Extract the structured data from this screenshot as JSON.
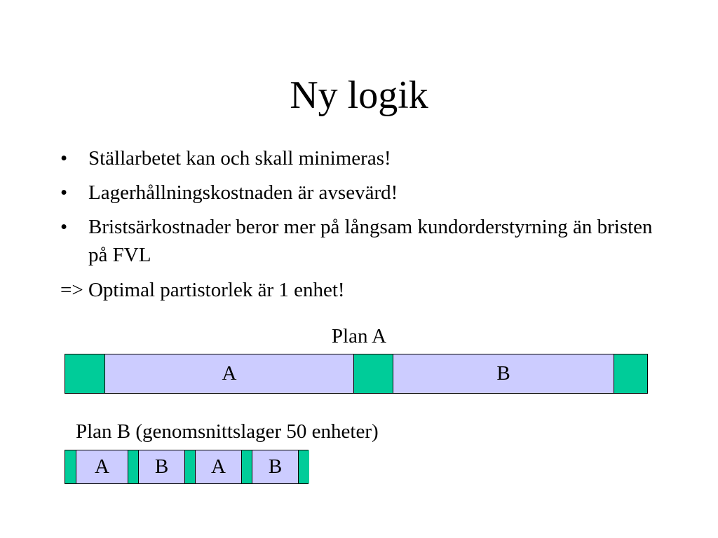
{
  "slide": {
    "title": "Ny logik",
    "bullets": [
      {
        "marker": "•",
        "text": "Ställarbetet kan och skall minimeras!"
      },
      {
        "marker": "•",
        "text": "Lagerhållningskostnaden är avsevärd!"
      },
      {
        "marker": "•",
        "text": "Bristsärkostnader beror mer på långsam kundorderstyrning än bristen på FVL"
      }
    ],
    "conclusion": "=> Optimal partistorlek är 1 enhet!",
    "plan_a": {
      "label": "Plan A",
      "segments": [
        {
          "kind": "setup",
          "label": ""
        },
        {
          "kind": "production",
          "label": "A"
        },
        {
          "kind": "setup",
          "label": ""
        },
        {
          "kind": "production",
          "label": "B"
        },
        {
          "kind": "setup",
          "label": ""
        }
      ]
    },
    "plan_b": {
      "label": "Plan B (genomsnittslager 50 enheter)",
      "segments": [
        {
          "kind": "setup",
          "label": ""
        },
        {
          "kind": "production",
          "label": "A"
        },
        {
          "kind": "setup",
          "label": ""
        },
        {
          "kind": "production",
          "label": "B"
        },
        {
          "kind": "setup",
          "label": ""
        },
        {
          "kind": "production",
          "label": "A"
        },
        {
          "kind": "setup",
          "label": ""
        },
        {
          "kind": "production",
          "label": "B"
        },
        {
          "kind": "setup",
          "label": ""
        }
      ]
    },
    "colors": {
      "setup": "#00cc99",
      "production": "#ccccff"
    }
  }
}
